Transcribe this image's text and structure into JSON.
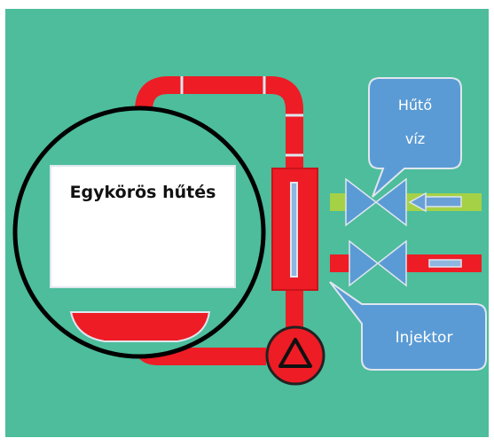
{
  "diagram": {
    "title": "Egykörös hűtés",
    "cooling_water_label": [
      "Hűtő",
      "víz"
    ],
    "injector_label": "Injektor"
  },
  "colors": {
    "background": "#4dbd9c",
    "pipe_red": "#ee1c25",
    "pipe_green": "#a5d146",
    "valve_blue": "#5b9bd5",
    "callout_blue": "#5b9bd5",
    "vessel_outline": "#000000",
    "flow_arrow": "#6aa0d8"
  },
  "icons": {
    "pump": "pump-icon",
    "valve": "valve-icon",
    "flow_arrow": "arrow-left-icon"
  }
}
